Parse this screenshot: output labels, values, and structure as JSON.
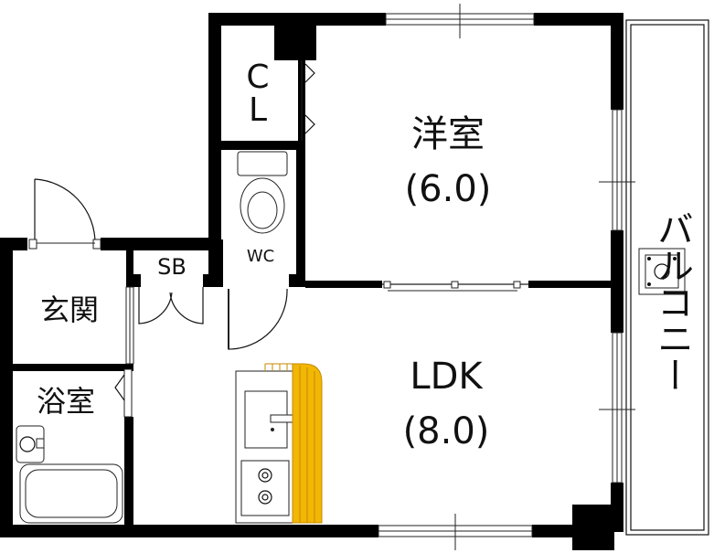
{
  "rooms": {
    "western_room": {
      "name": "洋室",
      "size": "(6.0)"
    },
    "ldk": {
      "name": "LDK",
      "size": "(8.0)"
    },
    "entrance": {
      "name": "玄関"
    },
    "bathroom": {
      "name": "浴室"
    },
    "toilet": {
      "name": "WC"
    },
    "shoe_box": {
      "name": "SB"
    },
    "closet": {
      "line1": "C",
      "line2": "L"
    },
    "balcony": {
      "name": "バルコニー"
    }
  },
  "colors": {
    "wall": "#000000",
    "counter": "#f2b705",
    "background": "#ffffff"
  }
}
